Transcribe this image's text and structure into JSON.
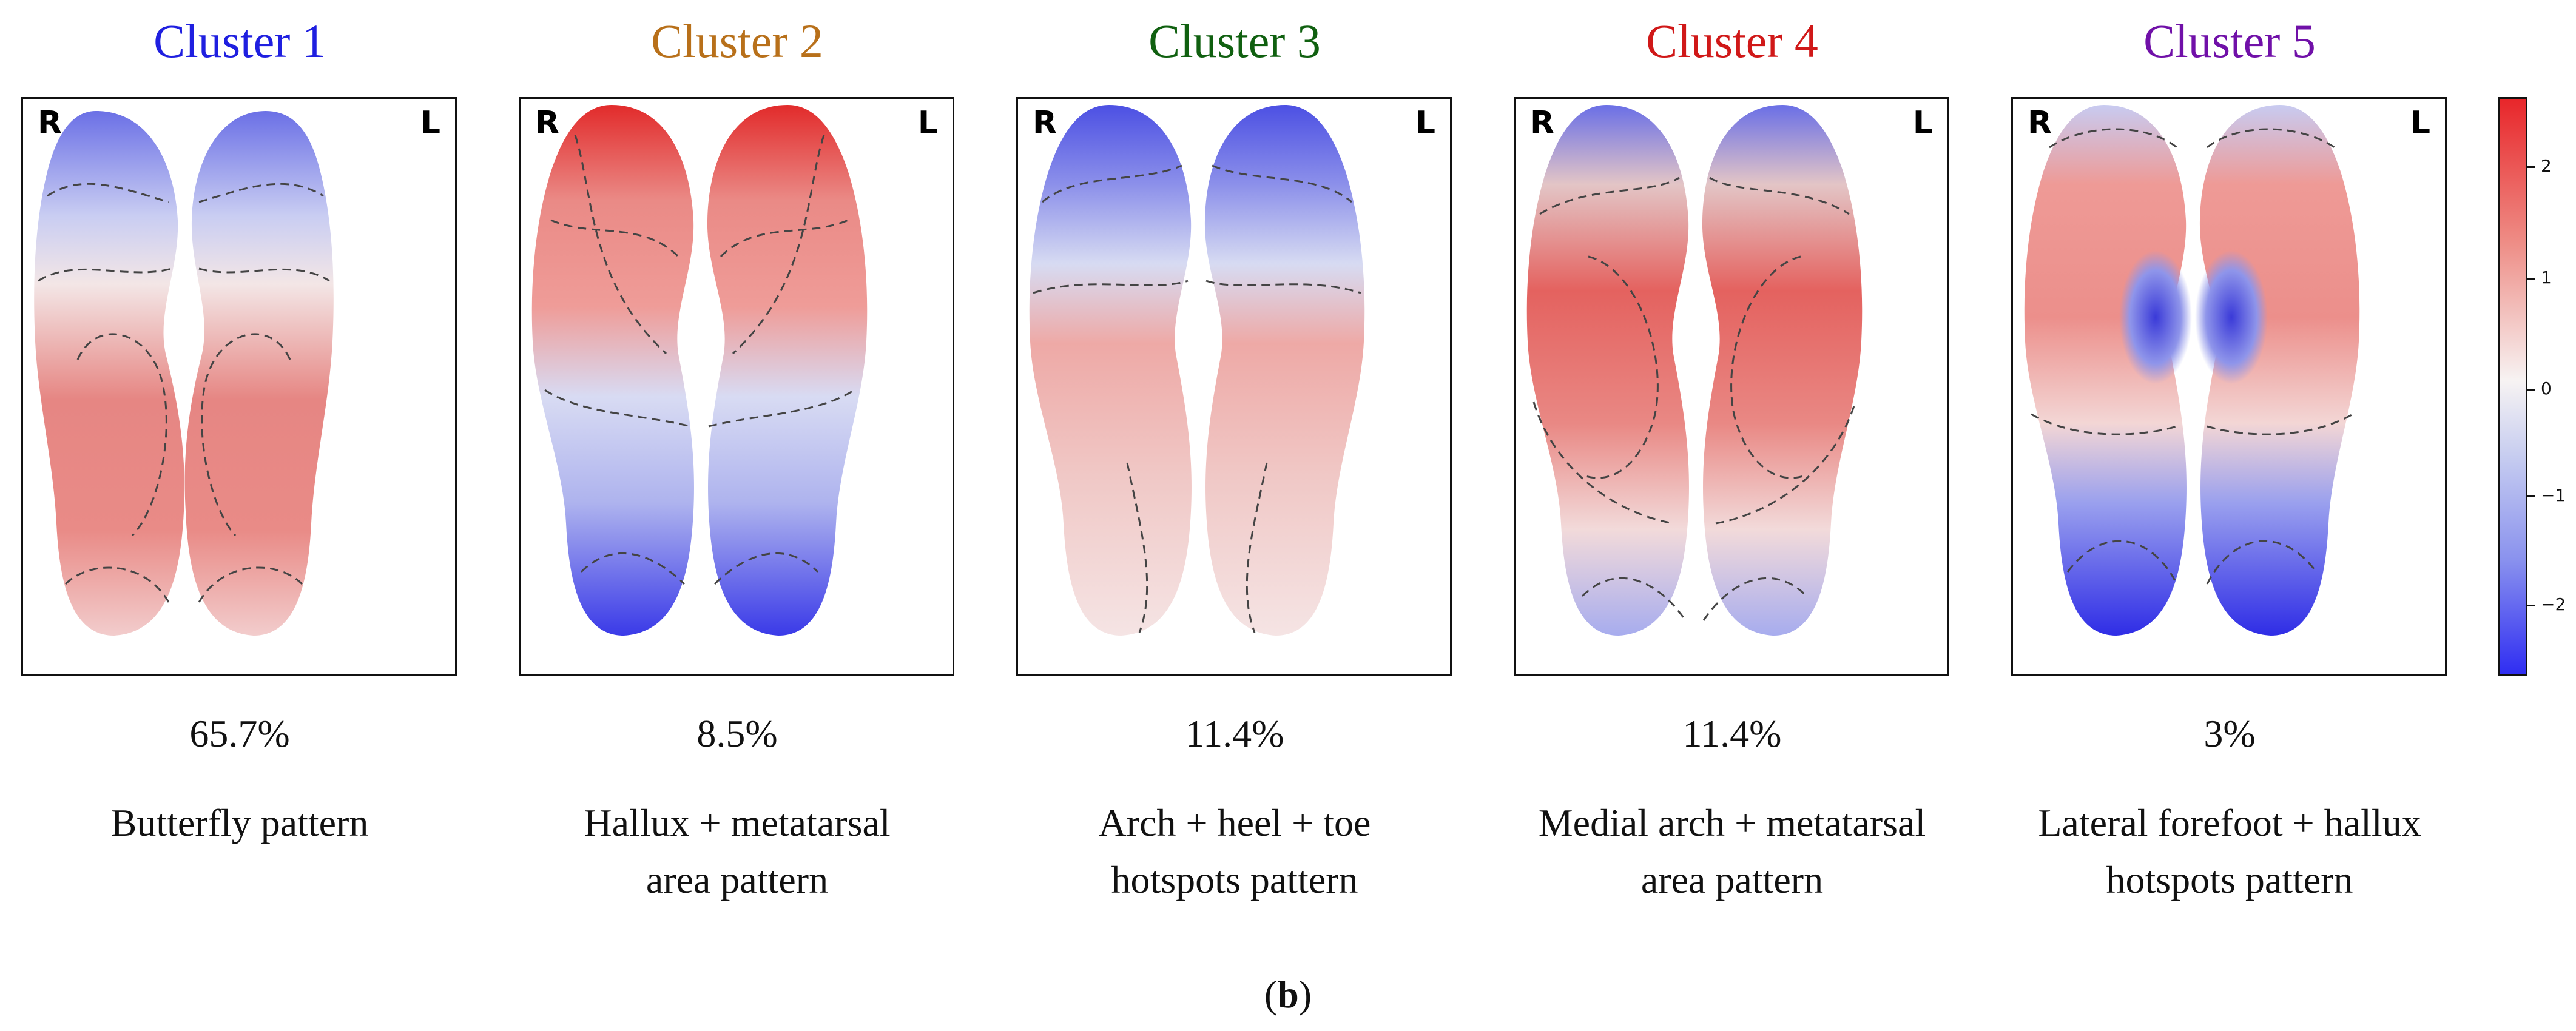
{
  "clusters": [
    {
      "title": "Cluster 1",
      "title_color": "#1f1fe0",
      "side_right": "R",
      "side_left": "L",
      "percent": "65.7%",
      "description": "Butterfly pattern",
      "description_line2": "",
      "map": {
        "toe": "blue",
        "forefoot": "light",
        "arch": "red",
        "heel": "light-red"
      }
    },
    {
      "title": "Cluster 2",
      "title_color": "#b8701a",
      "side_right": "R",
      "side_left": "L",
      "percent": "8.5%",
      "description": "Hallux + metatarsal",
      "description_line2": "area pattern",
      "map": {
        "toe": "red",
        "forefoot": "red",
        "arch": "light-blue",
        "heel": "blue"
      }
    },
    {
      "title": "Cluster 3",
      "title_color": "#106010",
      "side_right": "R",
      "side_left": "L",
      "percent": "11.4%",
      "description": "Arch + heel + toe",
      "description_line2": "hotspots pattern",
      "map": {
        "toe": "blue",
        "forefoot": "light-red",
        "arch": "light-red",
        "heel": "light-red"
      }
    },
    {
      "title": "Cluster 4",
      "title_color": "#d01818",
      "side_right": "R",
      "side_left": "L",
      "percent": "11.4%",
      "description": "Medial arch + metatarsal",
      "description_line2": "area pattern",
      "map": {
        "toe": "blue",
        "forefoot": "red",
        "arch": "red",
        "heel": "light-blue"
      }
    },
    {
      "title": "Cluster 5",
      "title_color": "#7010a8",
      "side_right": "R",
      "side_left": "L",
      "percent": "3%",
      "description": "Lateral forefoot + hallux",
      "description_line2": "hotspots pattern",
      "map": {
        "toe": "light-blue",
        "forefoot": "red-with-blue-center",
        "arch": "light-red",
        "heel": "blue"
      }
    }
  ],
  "colorbar": {
    "ticks": [
      "2",
      "1",
      "0",
      "−1",
      "−2"
    ],
    "tick_values": [
      2,
      1,
      0,
      -1,
      -2
    ],
    "range": [
      -2.65,
      2.65
    ],
    "colors": {
      "high": "#e8262a",
      "mid": "#f7f3f3",
      "low": "#2f2df2"
    }
  },
  "caption": {
    "paren_open": "(",
    "letter": "b",
    "paren_close": ")"
  }
}
